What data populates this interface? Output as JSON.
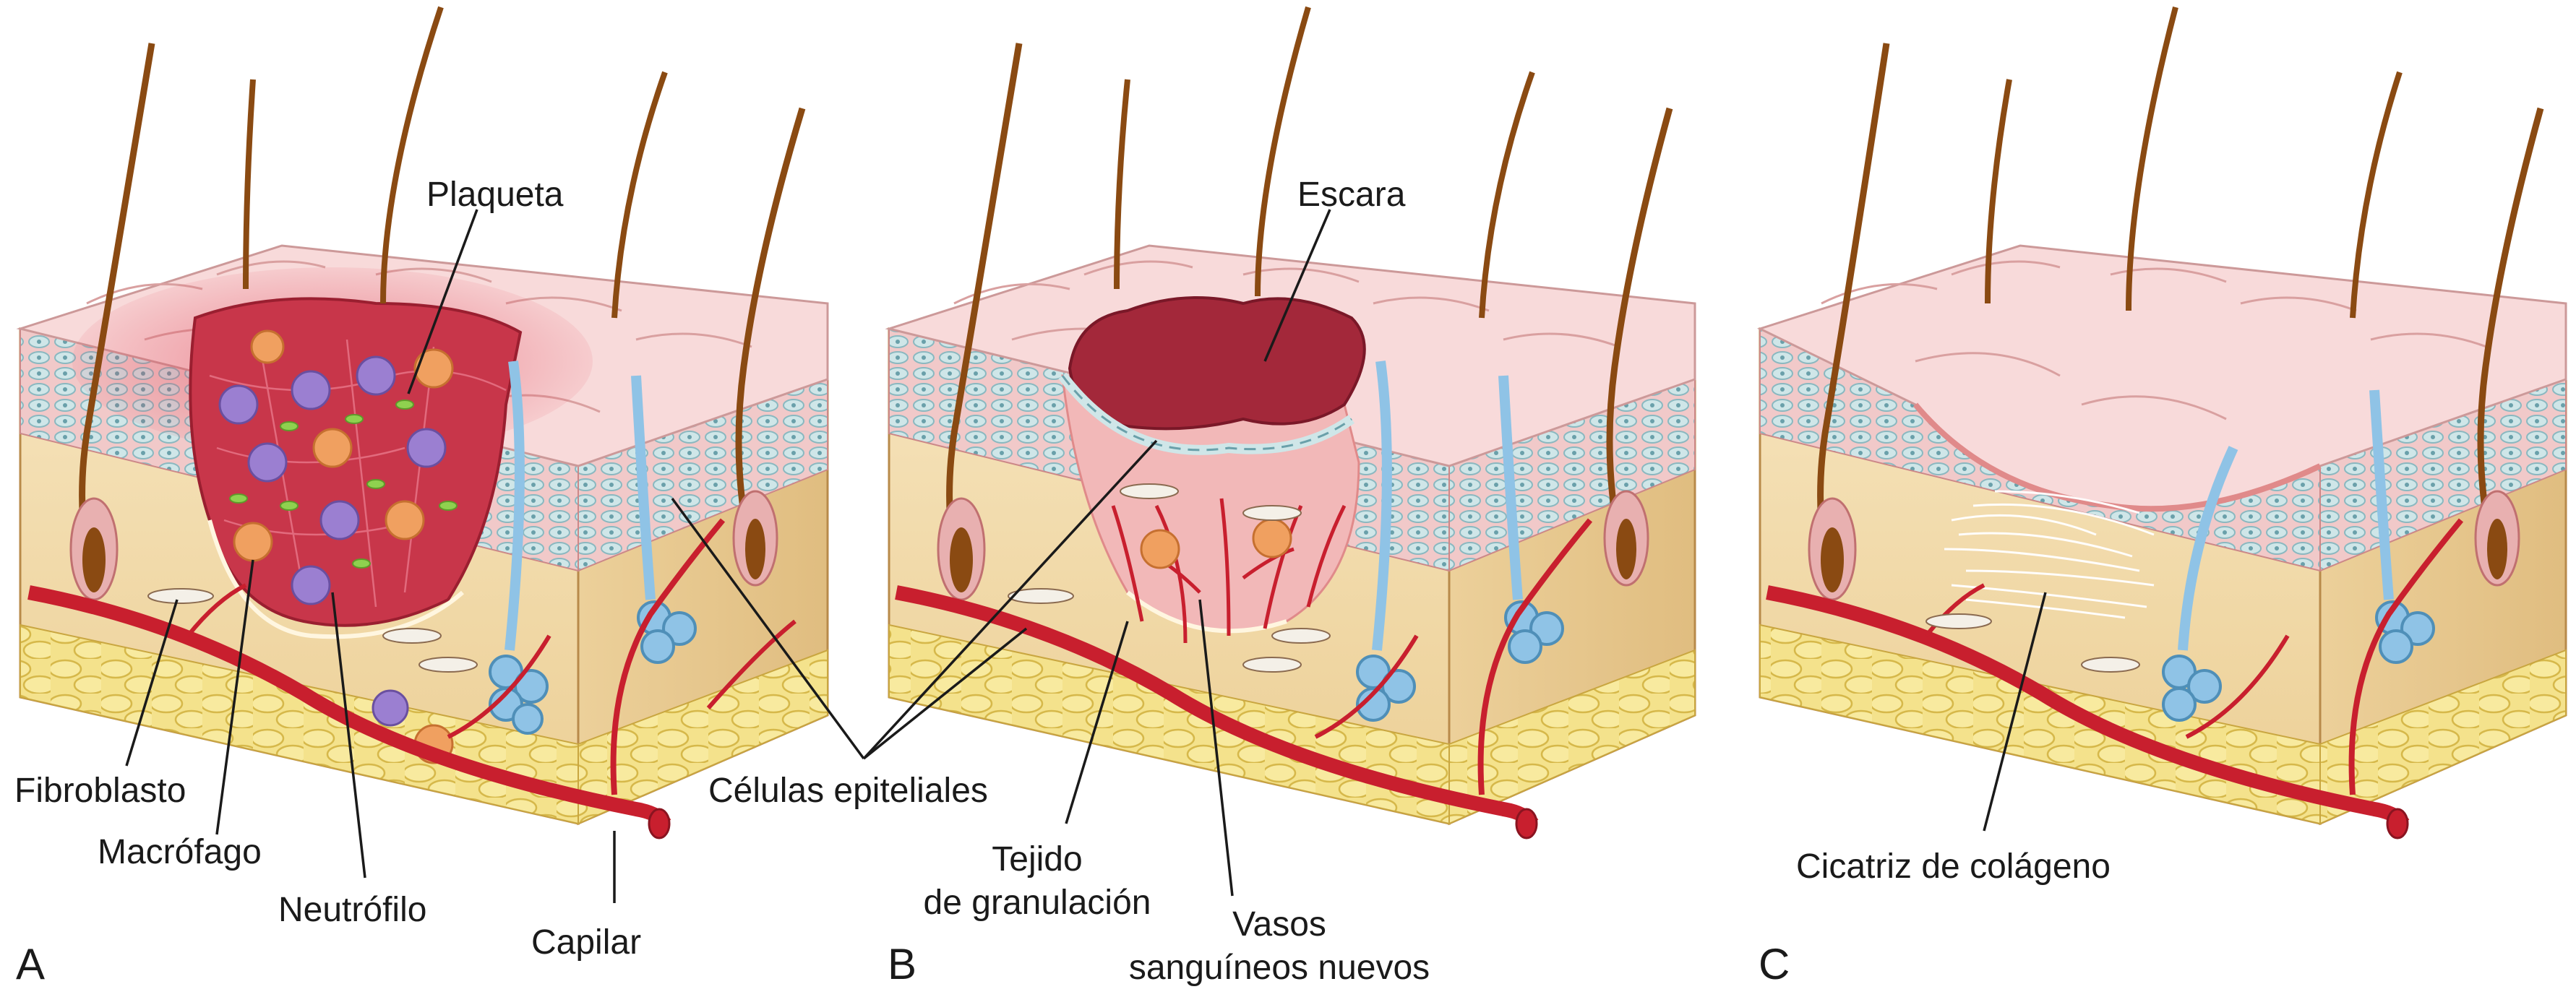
{
  "panels": [
    {
      "id": "A",
      "letter": "A"
    },
    {
      "id": "B",
      "letter": "B"
    },
    {
      "id": "C",
      "letter": "C"
    }
  ],
  "labels": {
    "plaqueta": "Plaqueta",
    "fibroblasto": "Fibroblasto",
    "macrofago": "Macrófago",
    "neutrofilo": "Neutrófilo",
    "capilar": "Capilar",
    "celulas_epiteliales": "Células epiteliales",
    "escara": "Escara",
    "tejido_line1": "Tejido",
    "tejido_line2": "de granulación",
    "vasos_line1": "Vasos",
    "vasos_line2": "sanguíneos nuevos",
    "cicatriz": "Cicatriz de colágeno"
  },
  "colors": {
    "epidermis_top": "#f7d8d8",
    "epidermis_edge": "#e6b3b3",
    "dermis": "#f3ddb0",
    "dermis_shade": "#e9c98e",
    "fat": "#f2df7e",
    "fat_edge": "#d9bd4f",
    "blood": "#c81f2e",
    "clot": "#c8364a",
    "scab": "#a3283a",
    "granulation": "#f2b8b8",
    "sweat_gland": "#8fc3e6",
    "hair": "#8a4a12",
    "collagen": "#ffffff",
    "neutrophil": "#9b7fd1",
    "macrophage": "#f0a060",
    "platelet": "#8fd14f"
  }
}
